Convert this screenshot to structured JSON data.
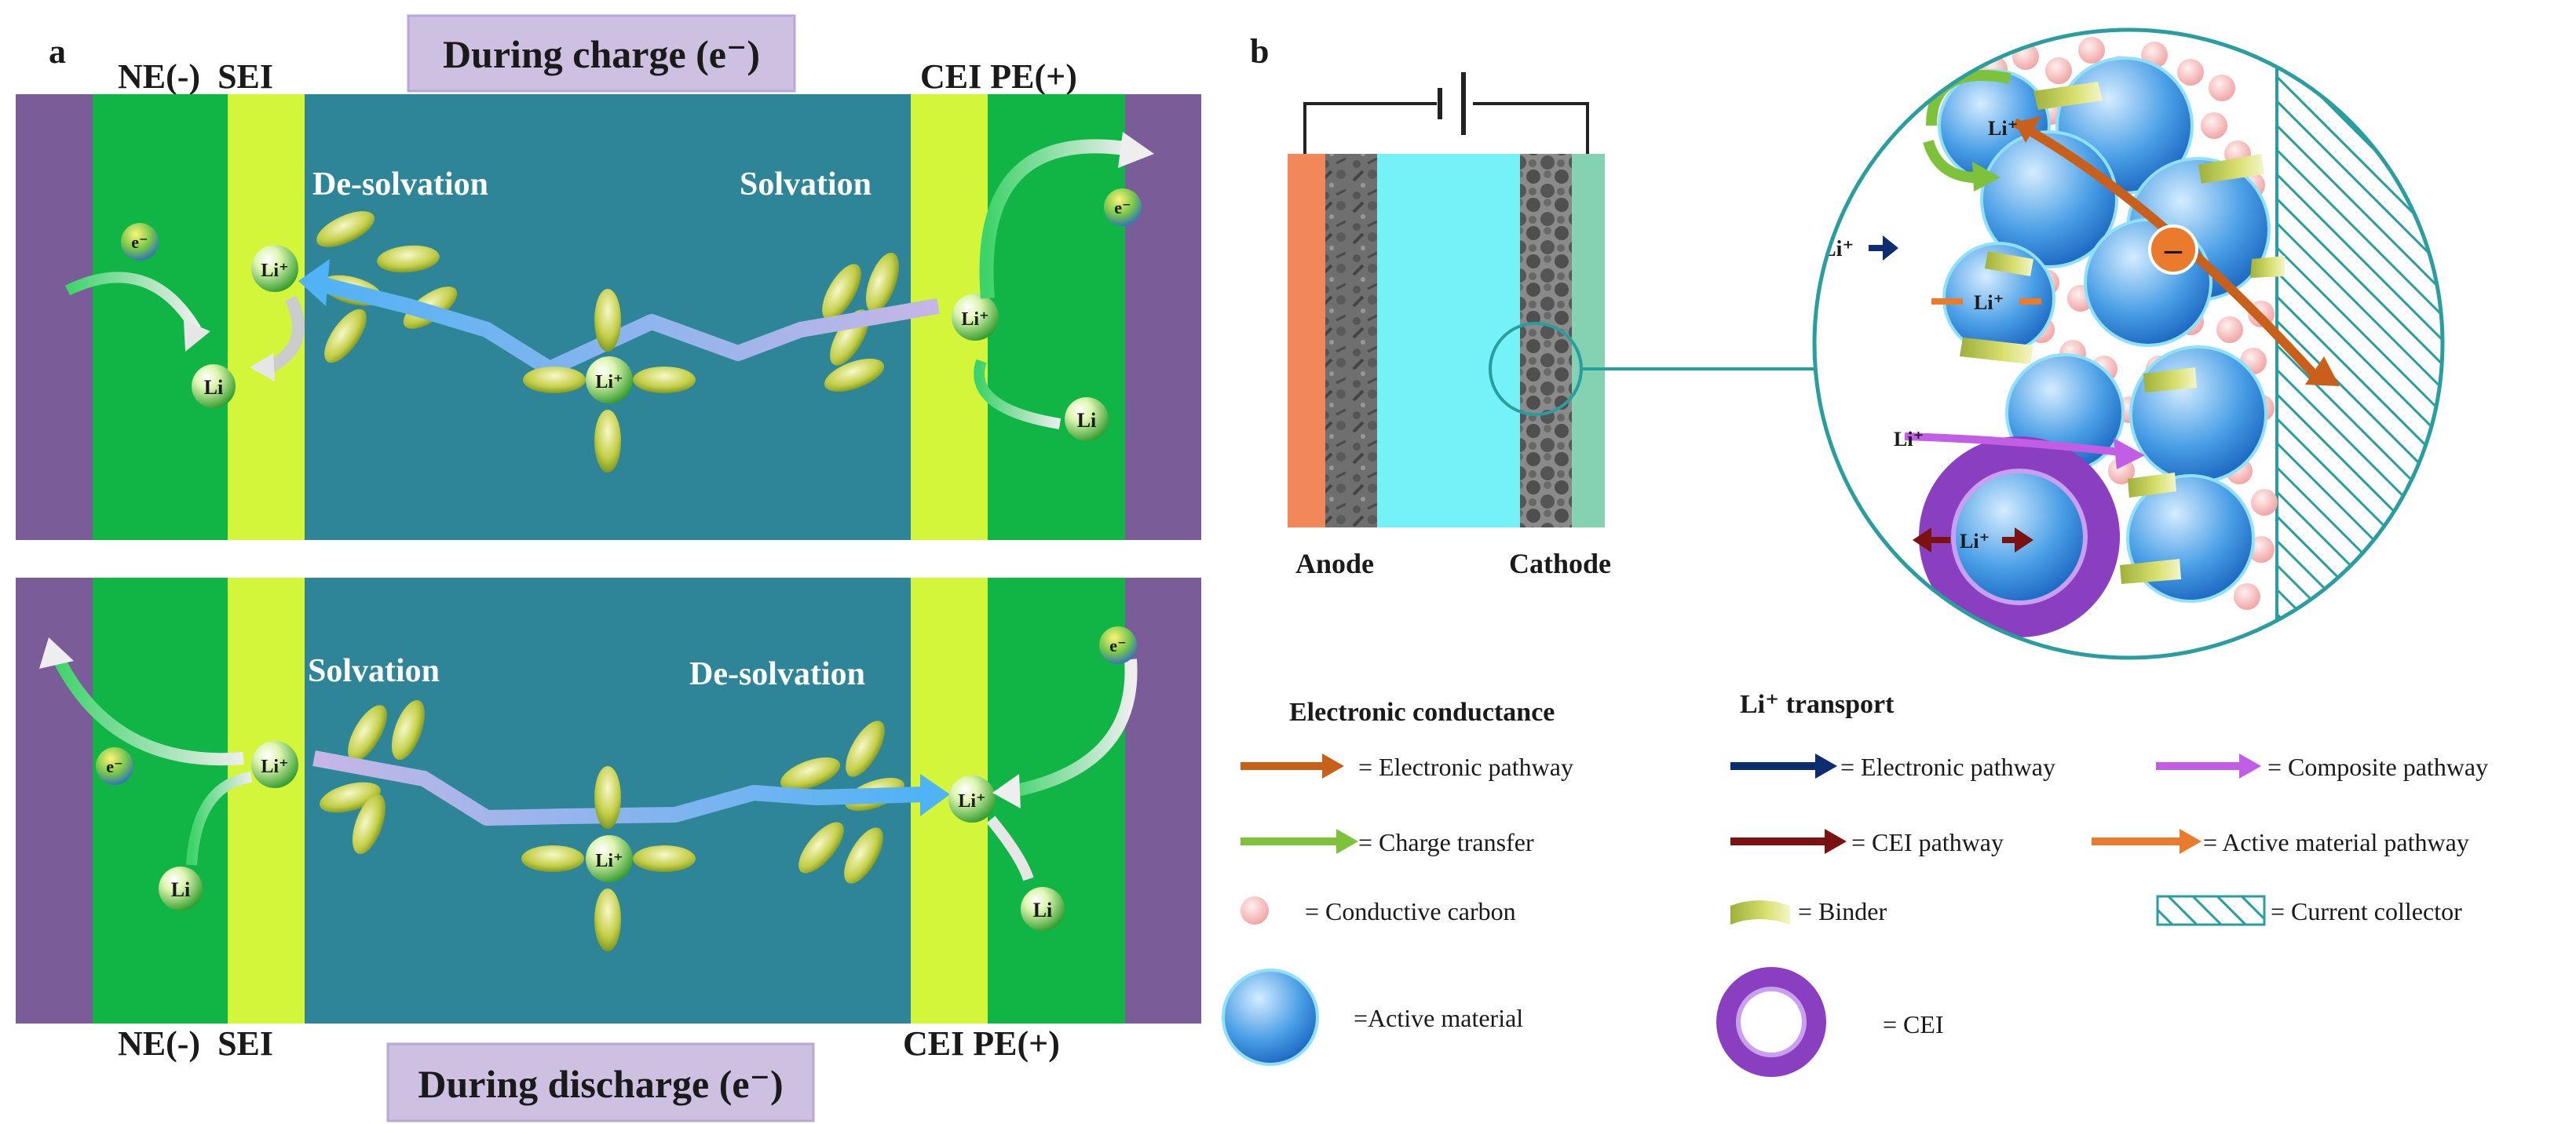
{
  "panel_a": {
    "panel_letter": "a",
    "charge": {
      "banner": "During charge (e⁻)",
      "left_label": "NE(-)  SEI",
      "right_label": "CEI PE(+)",
      "desolvation": "De-solvation",
      "solvation": "Solvation"
    },
    "discharge": {
      "banner": "During discharge (e⁻)",
      "left_label": "NE(-)  SEI",
      "right_label": "CEI PE(+)",
      "solvation": "Solvation",
      "desolvation": "De-solvation"
    },
    "ion_label": "Li⁺",
    "atom_label": "Li",
    "electron_label": "e⁻"
  },
  "panel_b": {
    "panel_letter": "b",
    "anode": "Anode",
    "cathode": "Cathode",
    "ion_label": "Li⁺",
    "minus_sign": "–",
    "legend": {
      "electronic_title": "Electronic conductance",
      "li_title": "Li⁺ transport",
      "items": {
        "electronic_pathway_1": "= Electronic pathway",
        "electronic_pathway_2": "= Electronic pathway",
        "composite_pathway": "= Composite pathway",
        "charge_transfer": "= Charge transfer",
        "cei_pathway": "= CEI pathway",
        "active_material_pathway": "= Active material pathway",
        "conductive_carbon": "= Conductive carbon",
        "binder": "= Binder",
        "current_collector": "= Current collector",
        "active_material": "=Active material",
        "cei": "= CEI"
      }
    }
  },
  "colors": {
    "collector_purple": "#7a5c99",
    "electrode_green": "#10b545",
    "interphase_lime": "#d3f53a",
    "electrolyte_teal": "#2f8598",
    "banner_lavender": "#cdc0e0",
    "anode_orange": "#f2875a",
    "separator_cyan": "#74f2f8",
    "cathode_coating": "#84d2b2",
    "circle_border": "#2a9d9f",
    "electronic_orange": "#c8601c",
    "charge_green": "#7dc23a",
    "li_navy": "#0e2d70",
    "cei_maroon": "#7a1212",
    "composite_violet": "#c25ee6",
    "active_orange": "#ea7a2c",
    "carbon_pink": "#f4a8a8",
    "binder_olive": "#b4c040",
    "active_blue": "#1d77c9",
    "cei_purple": "#8a3ec0"
  },
  "icons": {
    "battery": "battery-icon",
    "hatch": "hatched-swatch-icon",
    "ring": "ring-icon"
  }
}
